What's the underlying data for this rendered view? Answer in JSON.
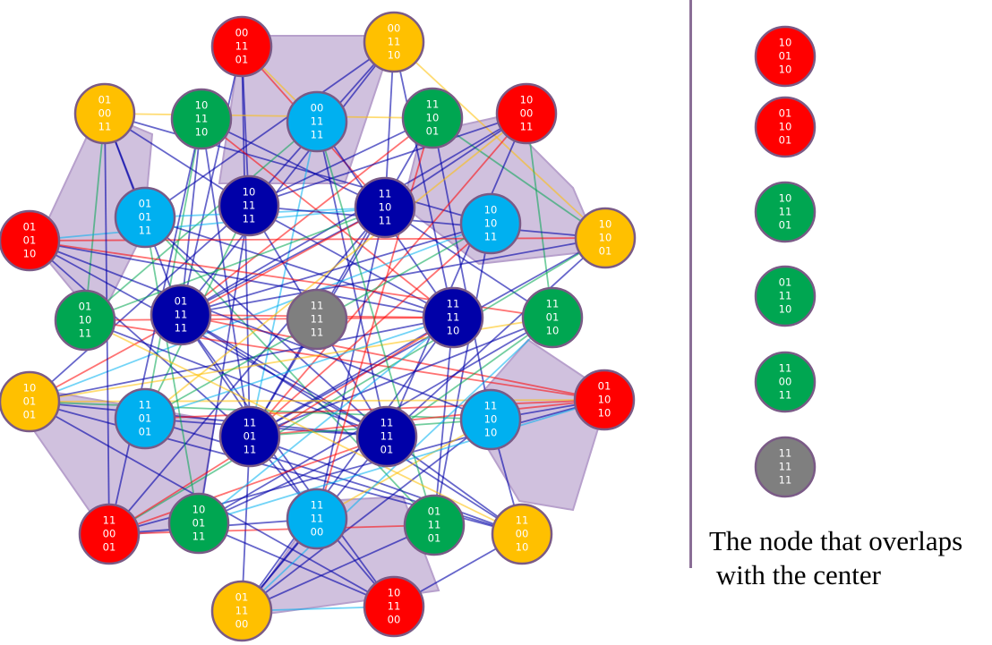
{
  "colors": {
    "red": "#ff0000",
    "yellow": "#ffc000",
    "green": "#00a651",
    "lightblue": "#00b0f0",
    "darkblue": "#0000a8",
    "gray": "#7f7f7f",
    "border": "#7a5a86",
    "hexagon_fill": "#b7a0cc"
  },
  "nodes": [
    {
      "id": "n00",
      "color": "red",
      "code": [
        "00",
        "11",
        "01"
      ]
    },
    {
      "id": "n01",
      "color": "yellow",
      "code": [
        "00",
        "11",
        "10"
      ]
    },
    {
      "id": "n02",
      "color": "yellow",
      "code": [
        "01",
        "00",
        "11"
      ]
    },
    {
      "id": "n03",
      "color": "green",
      "code": [
        "10",
        "11",
        "10"
      ]
    },
    {
      "id": "n04",
      "color": "lightblue",
      "code": [
        "00",
        "11",
        "11"
      ]
    },
    {
      "id": "n05",
      "color": "green",
      "code": [
        "11",
        "10",
        "01"
      ]
    },
    {
      "id": "n06",
      "color": "red",
      "code": [
        "10",
        "00",
        "11"
      ]
    },
    {
      "id": "n07",
      "color": "lightblue",
      "code": [
        "01",
        "01",
        "11"
      ]
    },
    {
      "id": "n08",
      "color": "darkblue",
      "code": [
        "10",
        "11",
        "11"
      ]
    },
    {
      "id": "n09",
      "color": "darkblue",
      "code": [
        "11",
        "10",
        "11"
      ]
    },
    {
      "id": "n10",
      "color": "lightblue",
      "code": [
        "10",
        "10",
        "11"
      ]
    },
    {
      "id": "n11",
      "color": "red",
      "code": [
        "01",
        "01",
        "10"
      ]
    },
    {
      "id": "n12",
      "color": "yellow",
      "code": [
        "10",
        "10",
        "01"
      ]
    },
    {
      "id": "n13",
      "color": "green",
      "code": [
        "01",
        "10",
        "11"
      ]
    },
    {
      "id": "n14",
      "color": "darkblue",
      "code": [
        "01",
        "11",
        "11"
      ]
    },
    {
      "id": "n15",
      "color": "gray",
      "code": [
        "11",
        "11",
        "11"
      ]
    },
    {
      "id": "n16",
      "color": "darkblue",
      "code": [
        "11",
        "11",
        "10"
      ]
    },
    {
      "id": "n17",
      "color": "green",
      "code": [
        "11",
        "01",
        "10"
      ]
    },
    {
      "id": "n18",
      "color": "yellow",
      "code": [
        "10",
        "01",
        "01"
      ]
    },
    {
      "id": "n19",
      "color": "lightblue",
      "code": [
        "11",
        "01",
        "01"
      ]
    },
    {
      "id": "n20",
      "color": "red",
      "code": [
        "01",
        "10",
        "10"
      ]
    },
    {
      "id": "n21",
      "color": "darkblue",
      "code": [
        "11",
        "01",
        "11"
      ]
    },
    {
      "id": "n22",
      "color": "darkblue",
      "code": [
        "11",
        "11",
        "01"
      ]
    },
    {
      "id": "n23",
      "color": "lightblue",
      "code": [
        "11",
        "10",
        "10"
      ]
    },
    {
      "id": "n24",
      "color": "red",
      "code": [
        "11",
        "00",
        "01"
      ]
    },
    {
      "id": "n25",
      "color": "green",
      "code": [
        "10",
        "01",
        "11"
      ]
    },
    {
      "id": "n26",
      "color": "lightblue",
      "code": [
        "11",
        "11",
        "00"
      ]
    },
    {
      "id": "n27",
      "color": "green",
      "code": [
        "01",
        "11",
        "01"
      ]
    },
    {
      "id": "n28",
      "color": "yellow",
      "code": [
        "11",
        "00",
        "10"
      ]
    },
    {
      "id": "n29",
      "color": "yellow",
      "code": [
        "01",
        "11",
        "00"
      ]
    },
    {
      "id": "n30",
      "color": "red",
      "code": [
        "10",
        "11",
        "00"
      ]
    }
  ],
  "edges": [
    [
      "n00",
      "n08",
      "darkblue"
    ],
    [
      "n00",
      "n09",
      "red"
    ],
    [
      "n00",
      "n04",
      "yellow"
    ],
    [
      "n00",
      "n14",
      "darkblue"
    ],
    [
      "n00",
      "n21",
      "darkblue"
    ],
    [
      "n01",
      "n09",
      "darkblue"
    ],
    [
      "n01",
      "n08",
      "darkblue"
    ],
    [
      "n01",
      "n07",
      "darkblue"
    ],
    [
      "n01",
      "n12",
      "yellow"
    ],
    [
      "n01",
      "n16",
      "darkblue"
    ],
    [
      "n01",
      "n14",
      "darkblue"
    ],
    [
      "n02",
      "n08",
      "darkblue"
    ],
    [
      "n02",
      "n14",
      "darkblue"
    ],
    [
      "n02",
      "n13",
      "green"
    ],
    [
      "n02",
      "n07",
      "darkblue"
    ],
    [
      "n02",
      "n05",
      "yellow"
    ],
    [
      "n02",
      "n10",
      "darkblue"
    ],
    [
      "n03",
      "n09",
      "darkblue"
    ],
    [
      "n03",
      "n16",
      "red"
    ],
    [
      "n03",
      "n14",
      "darkblue"
    ],
    [
      "n03",
      "n19",
      "green"
    ],
    [
      "n03",
      "n21",
      "darkblue"
    ],
    [
      "n04",
      "n16",
      "darkblue"
    ],
    [
      "n04",
      "n13",
      "green"
    ],
    [
      "n04",
      "n21",
      "lightblue"
    ],
    [
      "n04",
      "n22",
      "darkblue"
    ],
    [
      "n05",
      "n08",
      "darkblue"
    ],
    [
      "n05",
      "n14",
      "red"
    ],
    [
      "n05",
      "n21",
      "darkblue"
    ],
    [
      "n05",
      "n12",
      "green"
    ],
    [
      "n05",
      "n23",
      "darkblue"
    ],
    [
      "n06",
      "n09",
      "darkblue"
    ],
    [
      "n06",
      "n08",
      "darkblue"
    ],
    [
      "n06",
      "n22",
      "darkblue"
    ],
    [
      "n06",
      "n21",
      "red"
    ],
    [
      "n06",
      "n17",
      "green"
    ],
    [
      "n06",
      "n14",
      "darkblue"
    ],
    [
      "n07",
      "n09",
      "lightblue"
    ],
    [
      "n07",
      "n16",
      "darkblue"
    ],
    [
      "n07",
      "n22",
      "darkblue"
    ],
    [
      "n07",
      "n27",
      "green"
    ],
    [
      "n08",
      "n16",
      "darkblue"
    ],
    [
      "n08",
      "n22",
      "darkblue"
    ],
    [
      "n08",
      "n19",
      "green"
    ],
    [
      "n08",
      "n18",
      "darkblue"
    ],
    [
      "n08",
      "n12",
      "darkblue"
    ],
    [
      "n08",
      "n25",
      "darkblue"
    ],
    [
      "n09",
      "n14",
      "darkblue"
    ],
    [
      "n09",
      "n21",
      "darkblue"
    ],
    [
      "n09",
      "n18",
      "red"
    ],
    [
      "n09",
      "n17",
      "darkblue"
    ],
    [
      "n09",
      "n26",
      "darkblue"
    ],
    [
      "n09",
      "n24",
      "darkblue"
    ],
    [
      "n10",
      "n14",
      "darkblue"
    ],
    [
      "n10",
      "n21",
      "red"
    ],
    [
      "n10",
      "n18",
      "lightblue"
    ],
    [
      "n10",
      "n27",
      "darkblue"
    ],
    [
      "n11",
      "n16",
      "darkblue"
    ],
    [
      "n11",
      "n17",
      "red"
    ],
    [
      "n11",
      "n22",
      "darkblue"
    ],
    [
      "n11",
      "n09",
      "lightblue"
    ],
    [
      "n11",
      "n21",
      "darkblue"
    ],
    [
      "n11",
      "n12",
      "red"
    ],
    [
      "n12",
      "n21",
      "darkblue"
    ],
    [
      "n12",
      "n22",
      "darkblue"
    ],
    [
      "n12",
      "n14",
      "darkblue"
    ],
    [
      "n12",
      "n24",
      "green"
    ],
    [
      "n13",
      "n16",
      "red"
    ],
    [
      "n13",
      "n22",
      "darkblue"
    ],
    [
      "n13",
      "n09",
      "green"
    ],
    [
      "n13",
      "n20",
      "red"
    ],
    [
      "n14",
      "n16",
      "red"
    ],
    [
      "n14",
      "n20",
      "red"
    ],
    [
      "n14",
      "n22",
      "darkblue"
    ],
    [
      "n14",
      "n30",
      "darkblue"
    ],
    [
      "n14",
      "n28",
      "darkblue"
    ],
    [
      "n14",
      "n26",
      "darkblue"
    ],
    [
      "n16",
      "n21",
      "darkblue"
    ],
    [
      "n16",
      "n18",
      "darkblue"
    ],
    [
      "n16",
      "n24",
      "red"
    ],
    [
      "n16",
      "n29",
      "darkblue"
    ],
    [
      "n16",
      "n27",
      "darkblue"
    ],
    [
      "n17",
      "n21",
      "darkblue"
    ],
    [
      "n17",
      "n18",
      "yellow"
    ],
    [
      "n17",
      "n22",
      "green"
    ],
    [
      "n17",
      "n25",
      "darkblue"
    ],
    [
      "n18",
      "n22",
      "darkblue"
    ],
    [
      "n18",
      "n20",
      "yellow"
    ],
    [
      "n18",
      "n23",
      "green"
    ],
    [
      "n18",
      "n28",
      "darkblue"
    ],
    [
      "n19",
      "n16",
      "lightblue"
    ],
    [
      "n19",
      "n22",
      "darkblue"
    ],
    [
      "n19",
      "n20",
      "red"
    ],
    [
      "n19",
      "n28",
      "darkblue"
    ],
    [
      "n20",
      "n21",
      "red"
    ],
    [
      "n20",
      "n24",
      "darkblue"
    ],
    [
      "n20",
      "n23",
      "darkblue"
    ],
    [
      "n21",
      "n30",
      "darkblue"
    ],
    [
      "n21",
      "n29",
      "darkblue"
    ],
    [
      "n21",
      "n28",
      "darkblue"
    ],
    [
      "n21",
      "n23",
      "green"
    ],
    [
      "n22",
      "n24",
      "red"
    ],
    [
      "n22",
      "n29",
      "darkblue"
    ],
    [
      "n22",
      "n25",
      "darkblue"
    ],
    [
      "n22",
      "n28",
      "darkblue"
    ],
    [
      "n23",
      "n28",
      "darkblue"
    ],
    [
      "n23",
      "n26",
      "yellow"
    ],
    [
      "n23",
      "n29",
      "darkblue"
    ],
    [
      "n24",
      "n26",
      "darkblue"
    ],
    [
      "n24",
      "n27",
      "red"
    ],
    [
      "n25",
      "n30",
      "darkblue"
    ],
    [
      "n25",
      "n16",
      "lightblue"
    ],
    [
      "n26",
      "n29",
      "darkblue"
    ],
    [
      "n27",
      "n29",
      "darkblue"
    ],
    [
      "n28",
      "n30",
      "darkblue"
    ],
    [
      "n29",
      "n30",
      "lightblue"
    ],
    [
      "n02",
      "n24",
      "darkblue"
    ],
    [
      "n03",
      "n24",
      "darkblue"
    ],
    [
      "n04",
      "n27",
      "green"
    ],
    [
      "n05",
      "n26",
      "red"
    ],
    [
      "n06",
      "n19",
      "yellow"
    ],
    [
      "n07",
      "n25",
      "green"
    ],
    [
      "n10",
      "n19",
      "green"
    ],
    [
      "n11",
      "n23",
      "darkblue"
    ],
    [
      "n13",
      "n28",
      "yellow"
    ],
    [
      "n17",
      "n29",
      "lightblue"
    ],
    [
      "n18",
      "n30",
      "darkblue"
    ],
    [
      "n20",
      "n25",
      "lightblue"
    ]
  ],
  "legend": [
    {
      "color": "red",
      "code": [
        "10",
        "01",
        "10"
      ]
    },
    {
      "color": "red",
      "code": [
        "01",
        "10",
        "01"
      ]
    },
    {
      "color": "green",
      "code": [
        "10",
        "11",
        "01"
      ]
    },
    {
      "color": "green",
      "code": [
        "01",
        "11",
        "10"
      ]
    },
    {
      "color": "green",
      "code": [
        "11",
        "00",
        "11"
      ]
    },
    {
      "color": "gray",
      "code": [
        "11",
        "11",
        "11"
      ]
    }
  ],
  "caption": {
    "line1": "The node that overlaps",
    "line2": " with the center"
  }
}
